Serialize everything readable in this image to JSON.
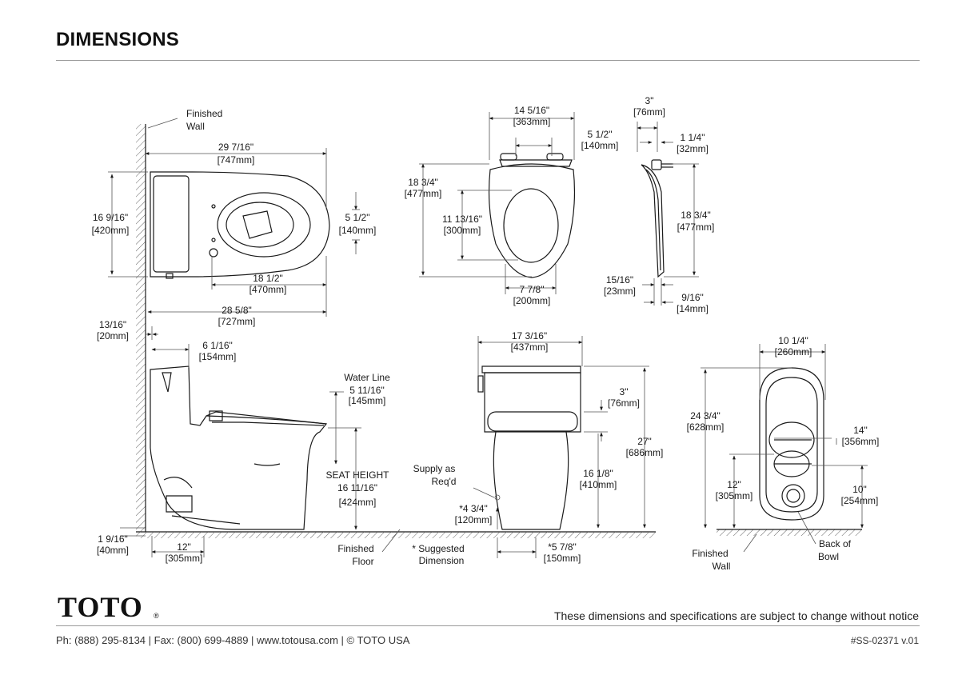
{
  "header": {
    "title": "DIMENSIONS"
  },
  "labels": {
    "finished_wall": [
      "Finished",
      "Wall"
    ],
    "finished_floor": [
      "Finished",
      "Floor"
    ],
    "suggested": [
      "* Suggested",
      "Dimension"
    ],
    "supply": [
      "Supply as",
      "Req'd"
    ],
    "water_line": "Water Line",
    "seat_height": "SEAT HEIGHT",
    "back_of_bowl": [
      "Back of",
      "Bowl"
    ]
  },
  "dimensions": {
    "d1": [
      "29 7/16\"",
      "[747mm]"
    ],
    "d2": [
      "16 9/16\"",
      "[420mm]"
    ],
    "d3": [
      "5 1/2\"",
      "[140mm]"
    ],
    "d4": [
      "18 1/2\"",
      "[470mm]"
    ],
    "d5": [
      "28 5/8\"",
      "[727mm]"
    ],
    "d6": [
      "14 5/16\"",
      "[363mm]"
    ],
    "d7": [
      "5 1/2\"",
      "[140mm]"
    ],
    "d8": [
      "18 3/4\"",
      "[477mm]"
    ],
    "d9": [
      "11 13/16\"",
      "[300mm]"
    ],
    "d10": [
      "7 7/8\"",
      "[200mm]"
    ],
    "d11": [
      "3\"",
      "[76mm]"
    ],
    "d12": [
      "1 1/4\"",
      "[32mm]"
    ],
    "d13": [
      "18 3/4\"",
      "[477mm]"
    ],
    "d14": [
      "15/16\"",
      "[23mm]"
    ],
    "d15": [
      "9/16\"",
      "[14mm]"
    ],
    "d16": [
      "13/16\"",
      "[20mm]"
    ],
    "d17": [
      "6 1/16\"",
      "[154mm]"
    ],
    "d18": [
      "5 11/16\"",
      "[145mm]"
    ],
    "d19": [
      "16 11/16\"",
      "[424mm]"
    ],
    "d20": [
      "1 9/16\"",
      "[40mm]"
    ],
    "d21": [
      "12\"",
      "[305mm]"
    ],
    "d22": [
      "17 3/16\"",
      "[437mm]"
    ],
    "d23": [
      "3\"",
      "[76mm]"
    ],
    "d24": [
      "27\"",
      "[686mm]"
    ],
    "d25": [
      "16 1/8\"",
      "[410mm]"
    ],
    "d26": [
      "*4 3/4\"",
      "[120mm]"
    ],
    "d27": [
      "*5 7/8\"",
      "[150mm]"
    ],
    "d28": [
      "10 1/4\"",
      "[260mm]"
    ],
    "d29": [
      "24 3/4\"",
      "[628mm]"
    ],
    "d30": [
      "14\"",
      "[356mm]"
    ],
    "d31": [
      "12\"",
      "[305mm]"
    ],
    "d32": [
      "10\"",
      "[254mm]"
    ]
  },
  "footer": {
    "logo": "TOTO",
    "logo_mark": "®",
    "disclaimer": "These dimensions and specifications are subject to change without notice",
    "contact": "Ph: (888) 295-8134 | Fax: (800) 699-4889 | www.totousa.com | © TOTO USA",
    "doc_number": "#SS-02371 v.01"
  }
}
